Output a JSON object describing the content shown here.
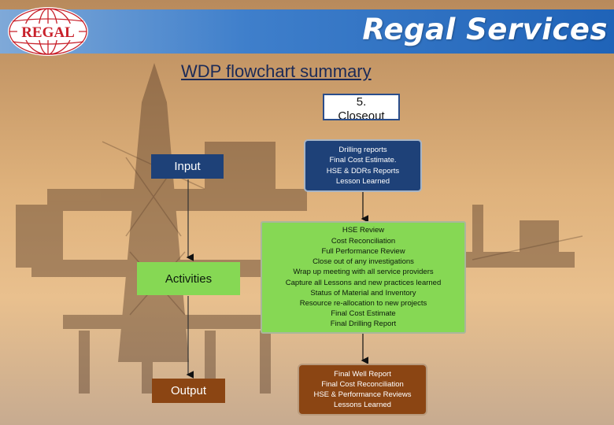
{
  "header": {
    "brand": "Regal Services",
    "logo_text": "REGAL"
  },
  "title": "WDP flowchart summary",
  "stage": {
    "label_line1": "5.",
    "label_line2": "Closeout"
  },
  "labels": {
    "input": "Input",
    "activities": "Activities",
    "output": "Output"
  },
  "input_box": {
    "lines": [
      "Drilling reports",
      "Final Cost Estimate.",
      "HSE & DDRs Reports",
      "Lesson Learned"
    ]
  },
  "activities_box": {
    "lines": [
      "HSE Review",
      "Cost Reconciliation",
      "Full Performance Review",
      "Close out of any investigations",
      "Wrap up meeting with all service providers",
      "Capture all Lessons and new practices learned",
      "Status of Material and Inventory",
      "Resource re-allocation to new projects",
      "Final Cost Estimate",
      "Final Drilling Report"
    ]
  },
  "output_box": {
    "lines": [
      "Final Well Report",
      "Final Cost Reconciliation",
      "HSE & Performance Reviews",
      "Lessons Learned"
    ]
  },
  "colors": {
    "input": "#1e4178",
    "activities": "#86d854",
    "output": "#8b4513",
    "header": "#2f72c2",
    "brand_text": "#ffffff",
    "logo_red": "#c8202a"
  },
  "icons": {
    "logo": "globe-logo-icon",
    "arrow": "arrow-down-icon"
  }
}
